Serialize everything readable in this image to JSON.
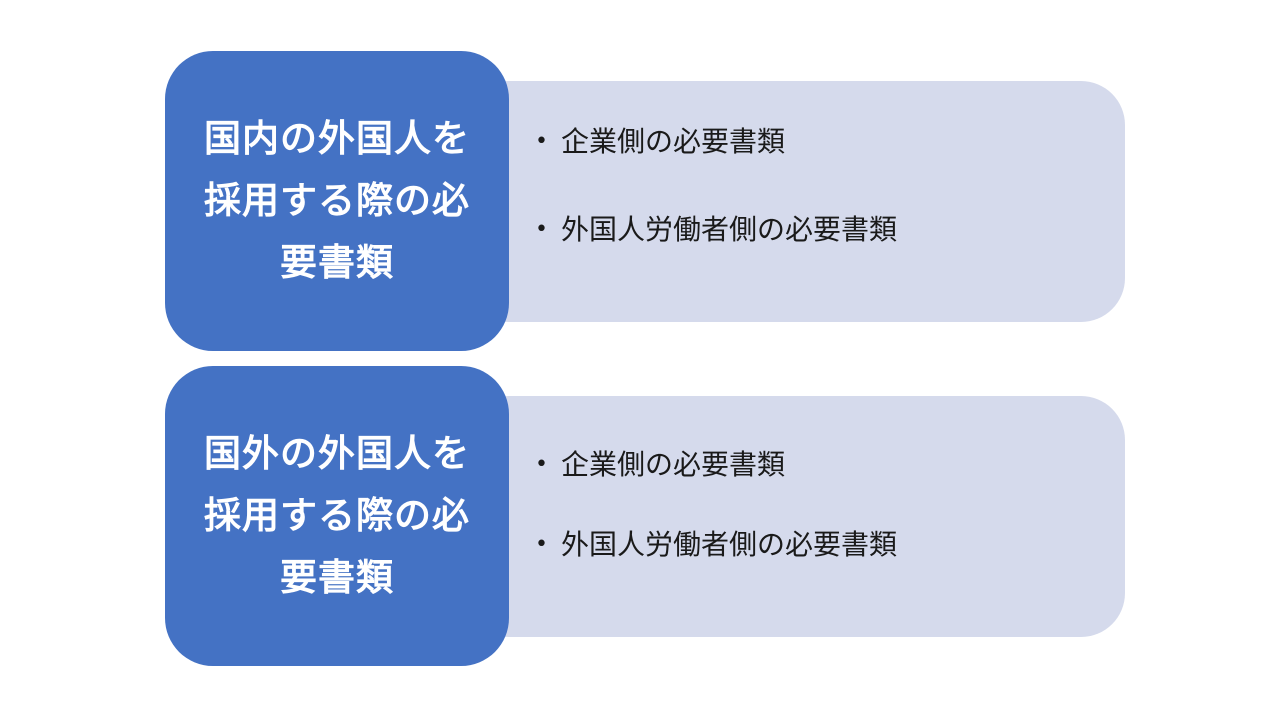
{
  "blocks": [
    {
      "title": "国内の外国人を採用する際の必要書類",
      "items": [
        "企業側の必要書類",
        "外国人労働者側の必要書類"
      ]
    },
    {
      "title": "国外の外国人を採用する際の必要書類",
      "items": [
        "企業側の必要書類",
        "外国人労働者側の必要書類"
      ]
    }
  ],
  "colors": {
    "title_box": "#4472c4",
    "detail_box": "#d5daec",
    "title_text": "#ffffff",
    "item_text": "#1a1a1a"
  },
  "bullet_glyph": "•"
}
